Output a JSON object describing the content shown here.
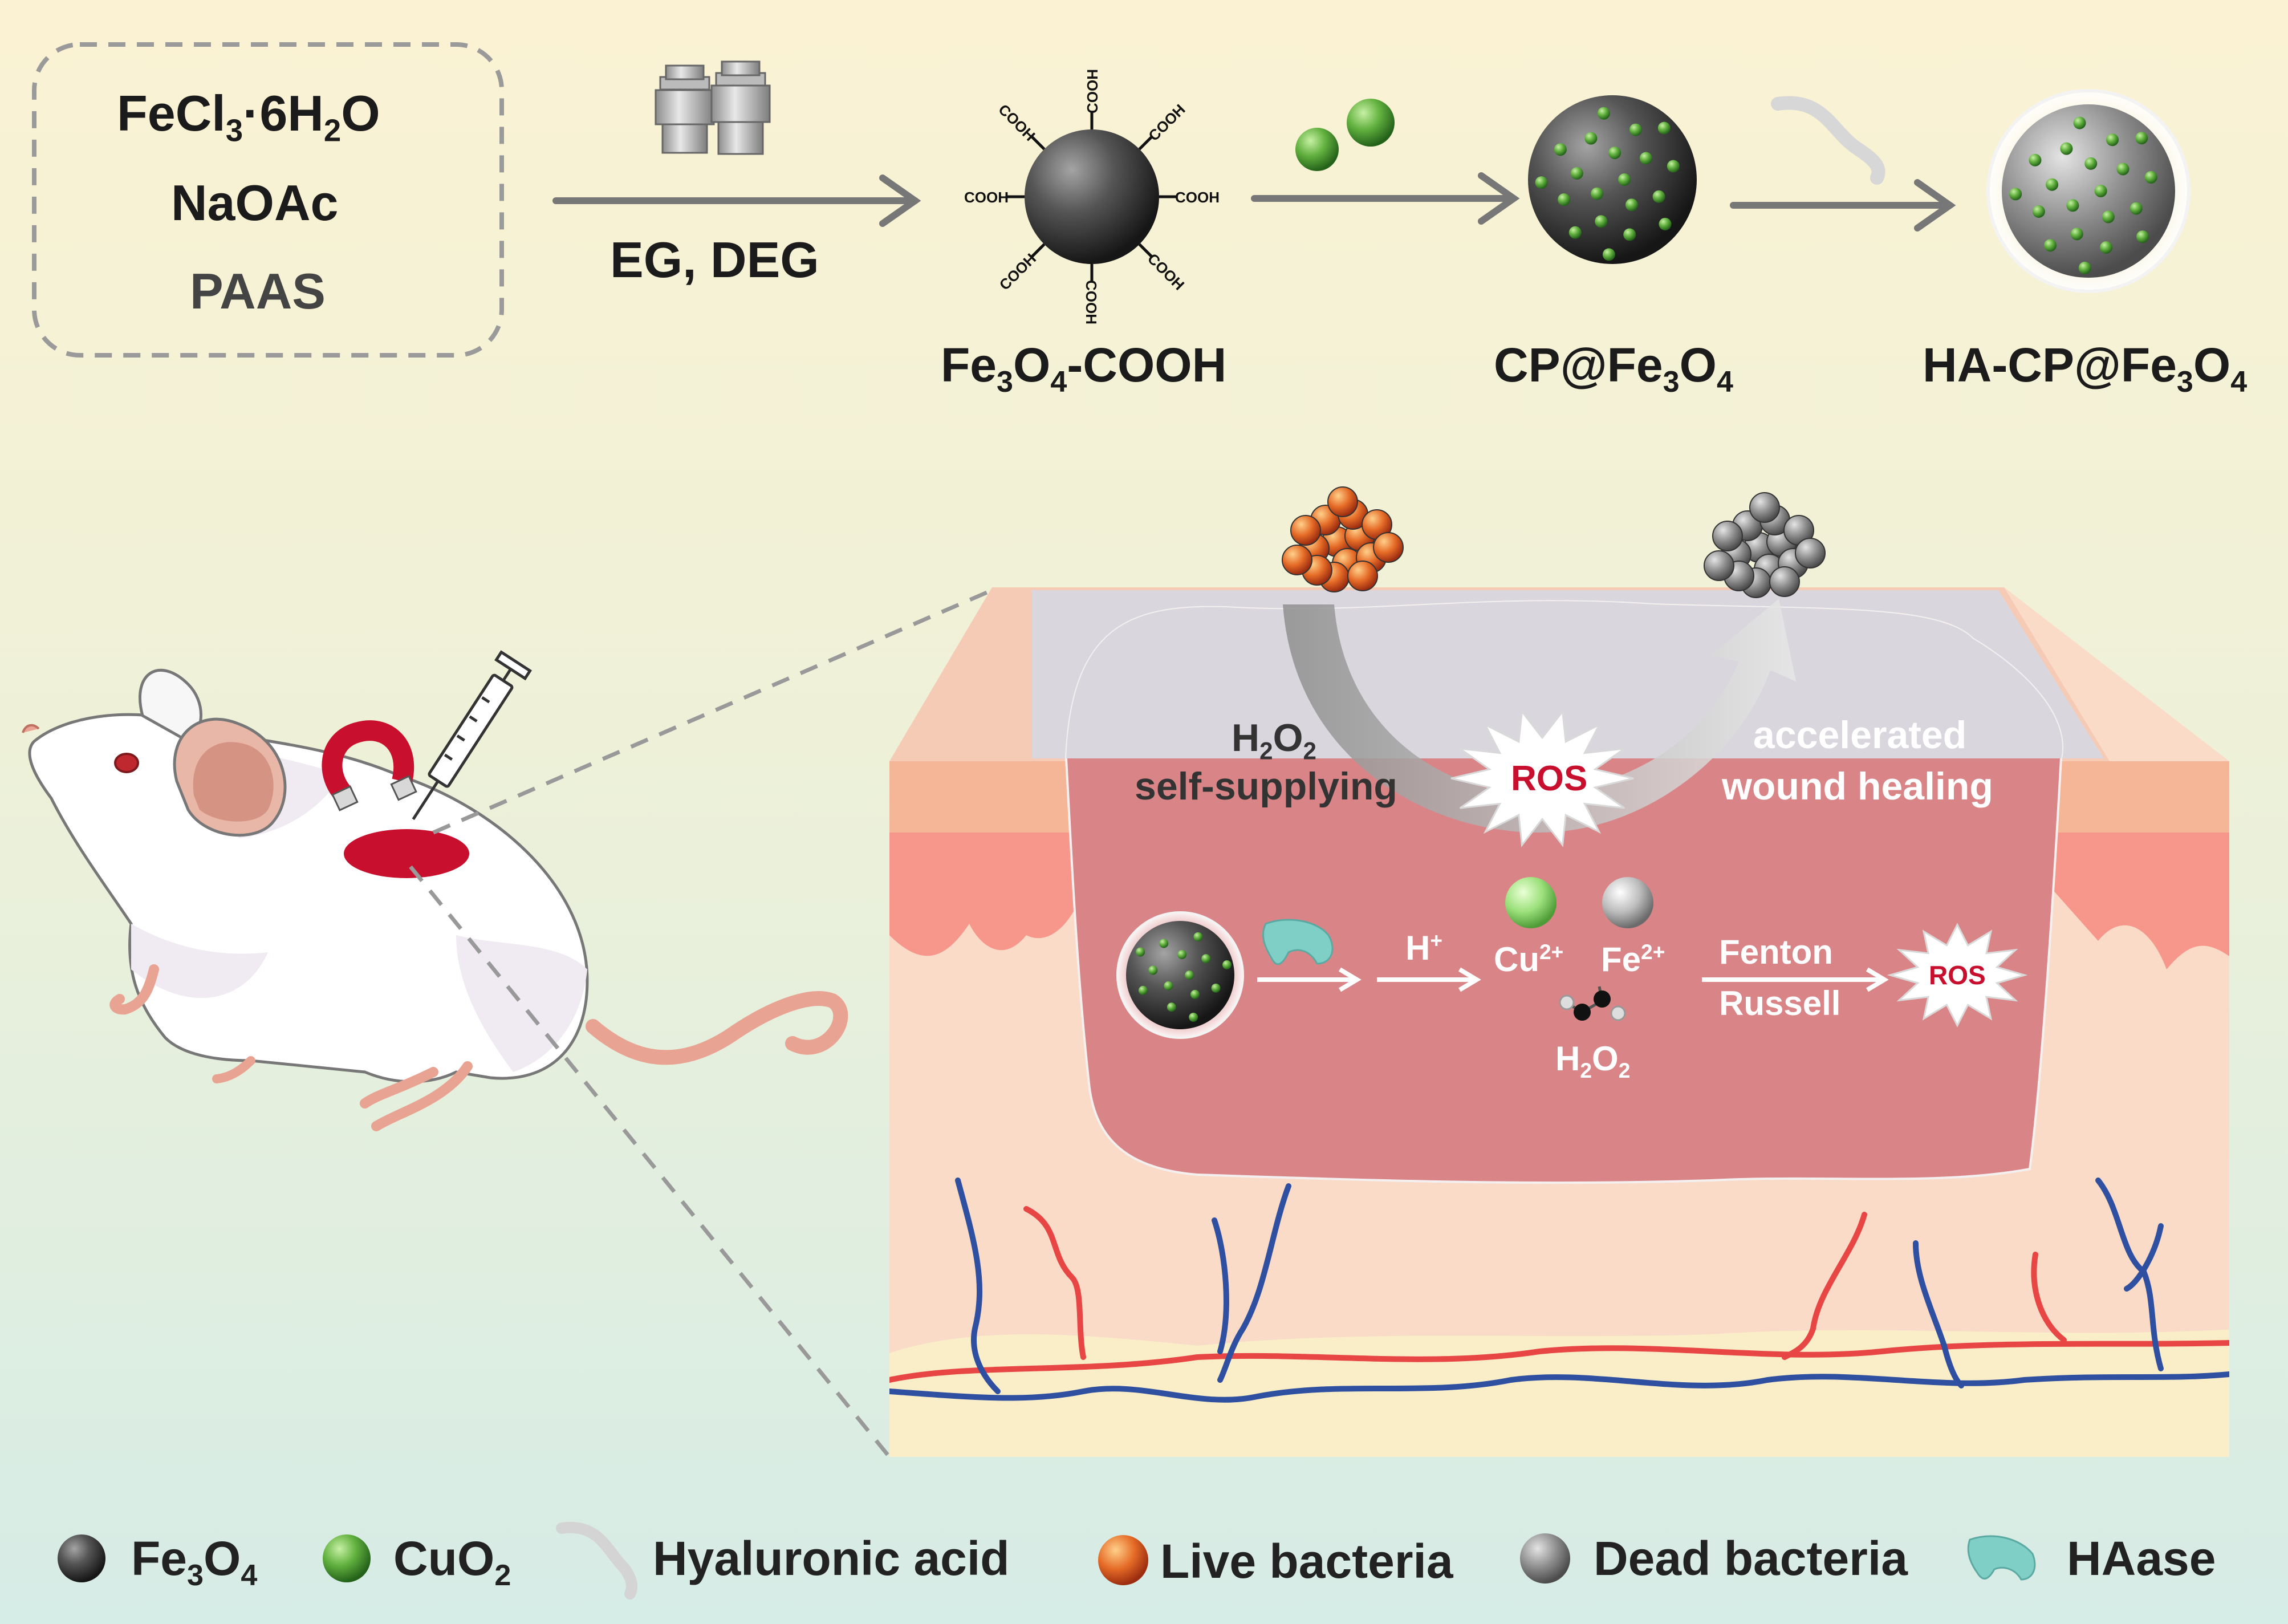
{
  "reagents": {
    "line1_html": "FeCl<sub>3</sub>·6H<sub>2</sub>O",
    "line2": "NaOAc",
    "line3": "PAAS"
  },
  "step1_label": "EG, DEG",
  "particles": {
    "p1_html": "Fe<sub>3</sub>O<sub>4</sub>-COOH",
    "p2_html": "CP@Fe<sub>3</sub>O<sub>4</sub>",
    "p3_html": "HA-CP@Fe<sub>3</sub>O<sub>4</sub>",
    "surface_group": "COOH"
  },
  "wound": {
    "left_line1_html": "H<sub>2</sub>O<sub>2</sub>",
    "left_line2": "self-supplying",
    "right_line1": "accelerated",
    "right_line2": "wound healing",
    "ros": "ROS"
  },
  "mechanism": {
    "h_plus_html": "H<sup>+</sup>",
    "cu_html": "Cu<sup>2+</sup>",
    "fe_html": "Fe<sup>2+</sup>",
    "fenton": "Fenton",
    "russell": "Russell",
    "h2o2_html": "H<sub>2</sub>O<sub>2</sub>",
    "ros": "ROS"
  },
  "legend": [
    {
      "label_html": "Fe<sub>3</sub>O<sub>4</sub>",
      "icon": "fe3o4-sphere-icon"
    },
    {
      "label_html": "CuO<sub>2</sub>",
      "icon": "cuo2-sphere-icon"
    },
    {
      "label_html": "Hyaluronic acid",
      "icon": "hyaluronic-acid-curve-icon"
    },
    {
      "label_html": "Live bacteria",
      "icon": "live-bacteria-icon"
    },
    {
      "label_html": "Dead bacteria",
      "icon": "dead-bacteria-icon"
    },
    {
      "label_html": "HAase",
      "icon": "haase-enzyme-icon"
    }
  ],
  "colors": {
    "arrow": "#777777",
    "wound": "#d98587",
    "skin": "#f9dbc8",
    "vein": "#2f4fa0",
    "artery": "#e84545",
    "cuo2": "#5cae3c",
    "ros_text": "#c8102e"
  }
}
